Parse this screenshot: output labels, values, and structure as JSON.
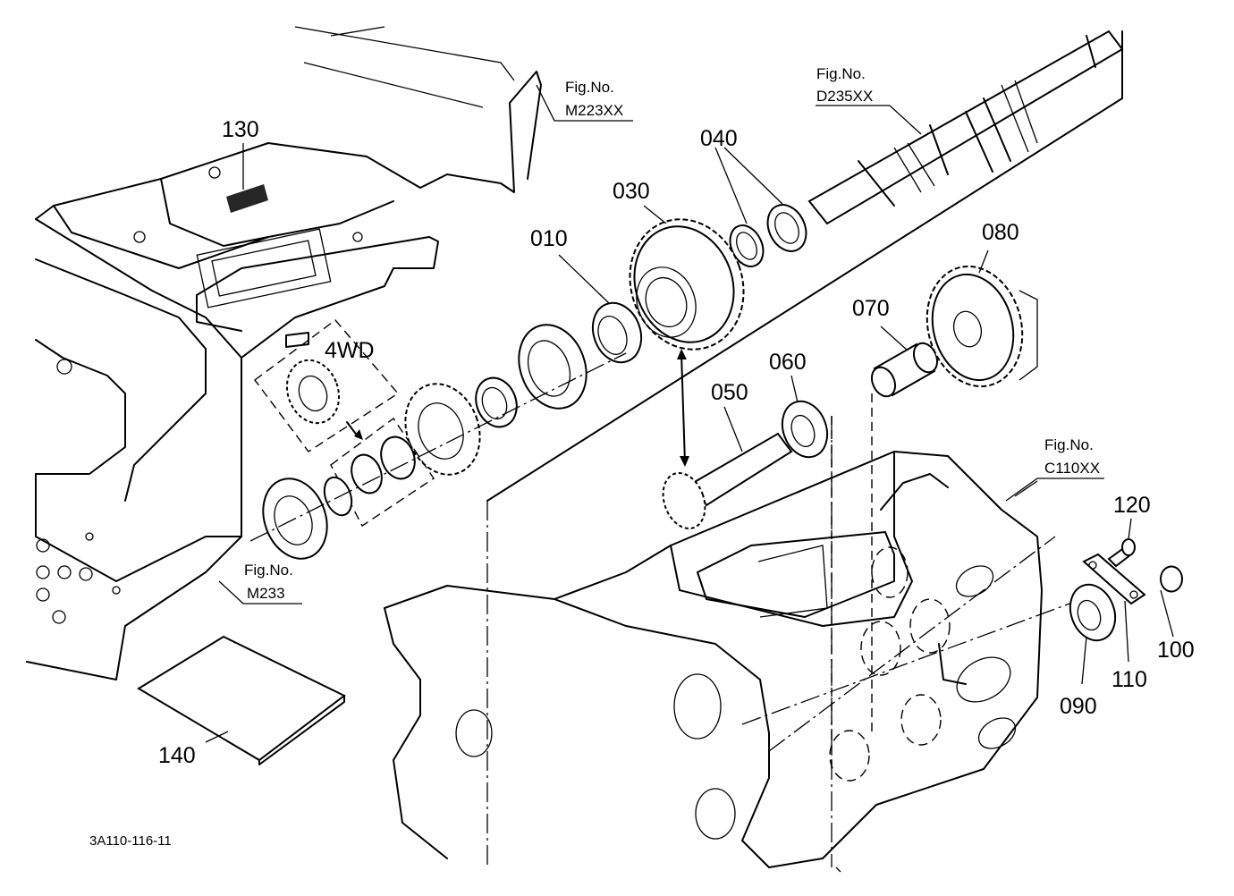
{
  "callouts": {
    "p010": "010",
    "p030": "030",
    "p040": "040",
    "p050": "050",
    "p060": "060",
    "p070": "070",
    "p080": "080",
    "p090": "090",
    "p100": "100",
    "p110": "110",
    "p120": "120",
    "p130": "130",
    "p140": "140"
  },
  "group_label": "4WD",
  "figure_refs": {
    "m223": {
      "line1": "Fig.No.",
      "line2": "M223XX"
    },
    "d235": {
      "line1": "Fig.No.",
      "line2": "D235XX"
    },
    "c110": {
      "line1": "Fig.No.",
      "line2": "C110XX"
    },
    "m233": {
      "line1": "Fig.No.",
      "line2": "M233"
    }
  },
  "drawing_code": "3A110-116-11"
}
